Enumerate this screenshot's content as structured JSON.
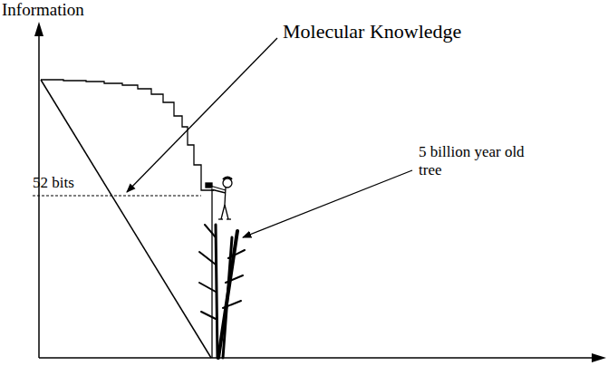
{
  "diagram": {
    "labels": [
      "Information",
      "Molecular Knowledge",
      "52 bits",
      "5 billion year old tree"
    ]
  }
}
